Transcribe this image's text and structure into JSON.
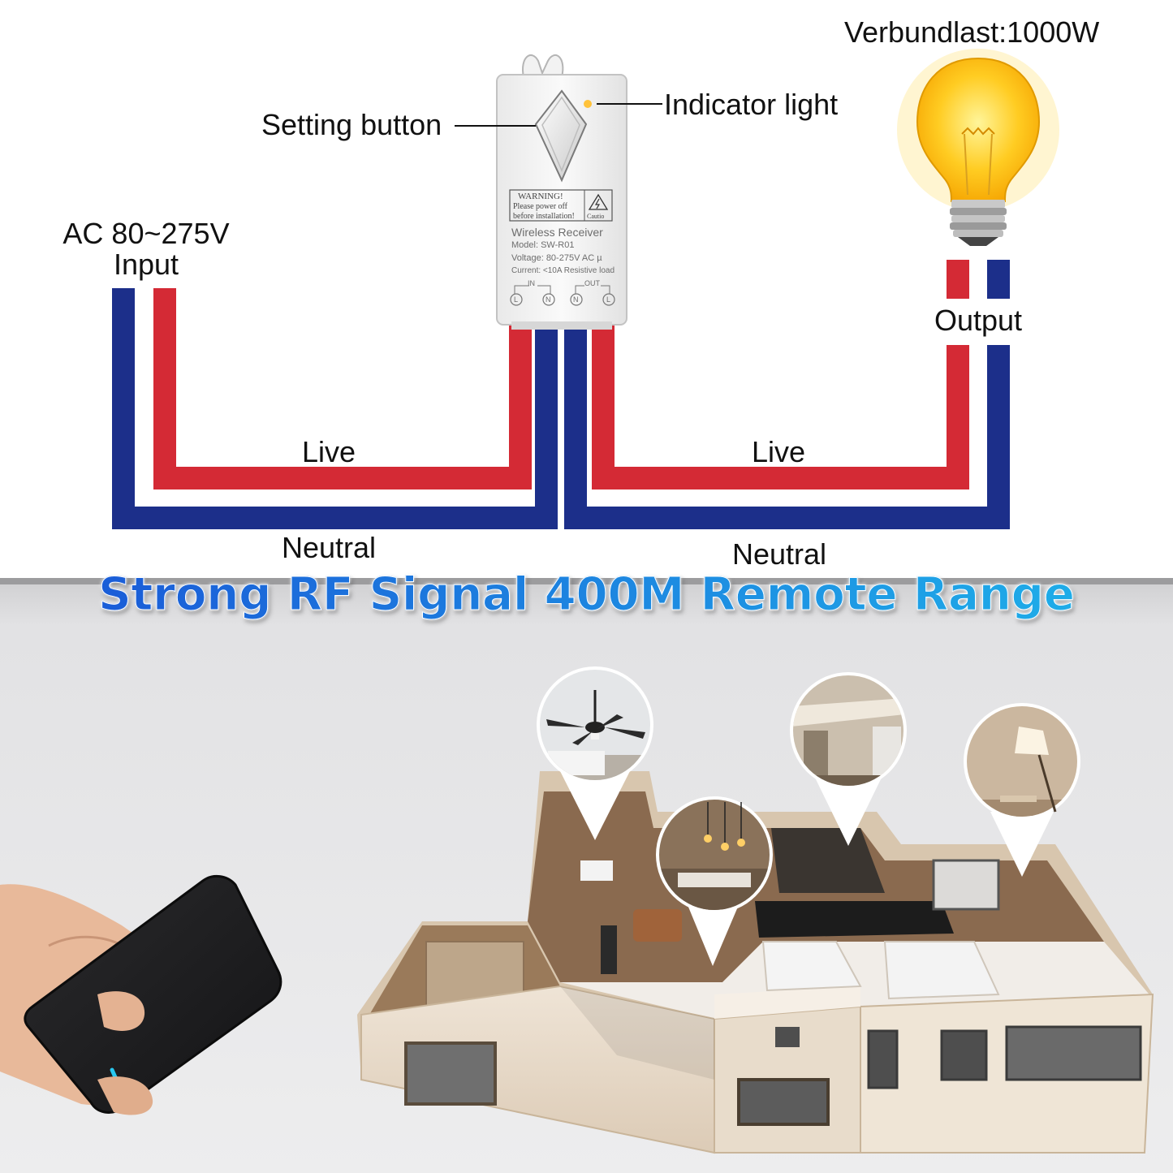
{
  "labels": {
    "load_rating": "Verbundlast:1000W",
    "setting_button": "Setting button",
    "indicator_light": "Indicator light",
    "input_voltage": "AC 80~275V",
    "input": "Input",
    "output": "Output",
    "live_left": "Live",
    "live_right": "Live",
    "neutral_left": "Neutral",
    "neutral_right": "Neutral"
  },
  "receiver": {
    "warning_title": "WARNING!",
    "warning_line1": "Please power off",
    "warning_line2": "before installation!",
    "caution": "Cautio",
    "name": "Wireless Receiver",
    "model": "Model: SW-R01",
    "voltage": "Voltage: 80-275V AC  µ",
    "current": "Current: <10A Resistive load",
    "in_label": "IN",
    "out_label": "OUT",
    "terminals": [
      "L",
      "N",
      "N",
      "L"
    ]
  },
  "headline": "Strong RF Signal 400M Remote Range",
  "colors": {
    "live_wire": "#d42a35",
    "neutral_wire": "#1c2f8a",
    "headline_start": "#1a55d6",
    "headline_end": "#1fb4ea",
    "floor": "#e6e6e8",
    "remote": "#1e1e20",
    "remote_led": "#29c8f0"
  },
  "icons": [
    "light-bulb-icon",
    "remote-control-icon",
    "fan-icon",
    "pendant-lamp-icon",
    "table-lamp-icon",
    "warning-triangle-icon"
  ]
}
